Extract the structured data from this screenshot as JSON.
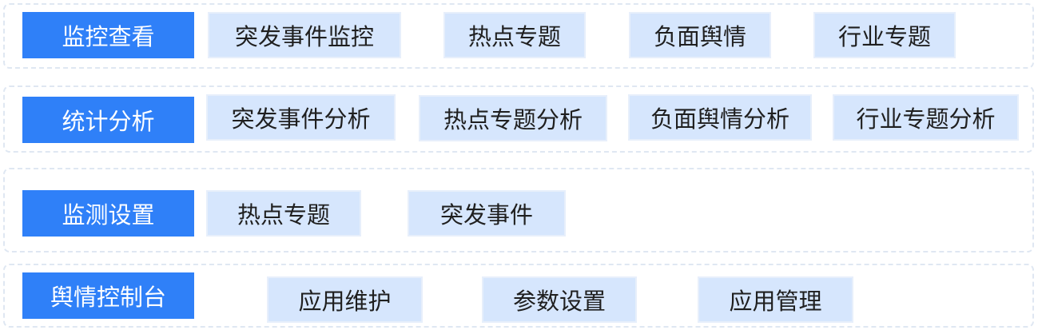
{
  "rows": [
    {
      "header": "监控查看",
      "items": [
        "突发事件监控",
        "热点专题",
        "负面舆情",
        "行业专题"
      ]
    },
    {
      "header": "统计分析",
      "items": [
        "突发事件分析",
        "热点专题分析",
        "负面舆情分析",
        "行业专题分析"
      ]
    },
    {
      "header": "监测设置",
      "items": [
        "热点专题",
        "突发事件"
      ]
    },
    {
      "header": "舆情控制台",
      "items": [
        "应用维护",
        "参数设置",
        "应用管理"
      ]
    }
  ],
  "colors": {
    "header_bg": "#2f80f8",
    "header_text": "#ffffff",
    "item_bg": "#d6e6fd",
    "item_text": "#1f1f1f",
    "dashed_border": "#dfe7f2"
  }
}
